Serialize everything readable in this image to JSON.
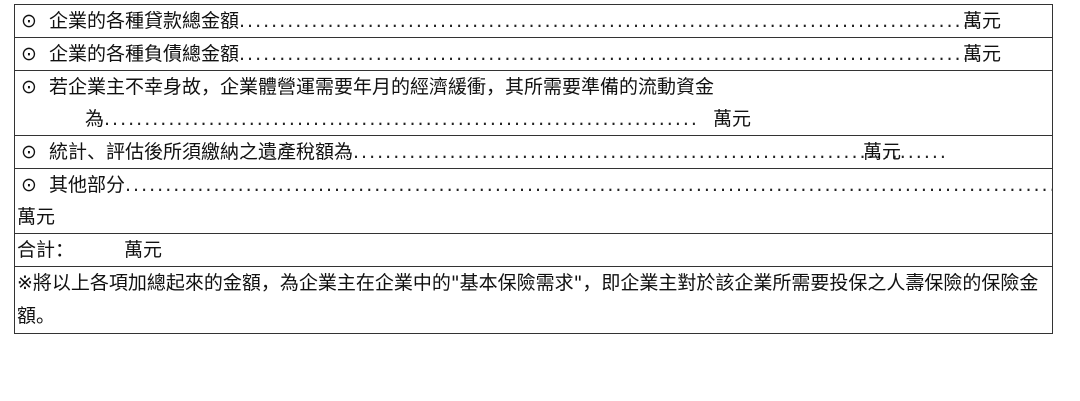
{
  "bullet": "⊙",
  "rows": {
    "loans": {
      "label": "企業的各種貸款總金額",
      "dots": "............................................................................................",
      "unit": "萬元"
    },
    "liabilities": {
      "label": "企業的各種負債總金額",
      "dots": "............................................................................................",
      "unit": "萬元"
    },
    "buffer": {
      "line1": "若企業主不幸身故，企業體營運需要年月的經濟緩衝，其所需要準備的流動資金",
      "line2_prefix": "為",
      "dots": "..........................................................................",
      "unit": "萬元"
    },
    "estate_tax": {
      "label": "統計、評估後所須繳納之遺產稅額為",
      "dots": "..........................................................................",
      "unit": "萬元"
    },
    "other": {
      "label": "其他部分",
      "dots": ".....................................................................................................................",
      "unit": "萬元"
    },
    "total": {
      "label": "合計：",
      "unit": "萬元"
    },
    "note": {
      "text": "※將以上各項加總起來的金額，為企業主在企業中的\"基本保險需求\"，即企業主對於該企業所需要投保之人壽保險的保險金額。"
    }
  }
}
